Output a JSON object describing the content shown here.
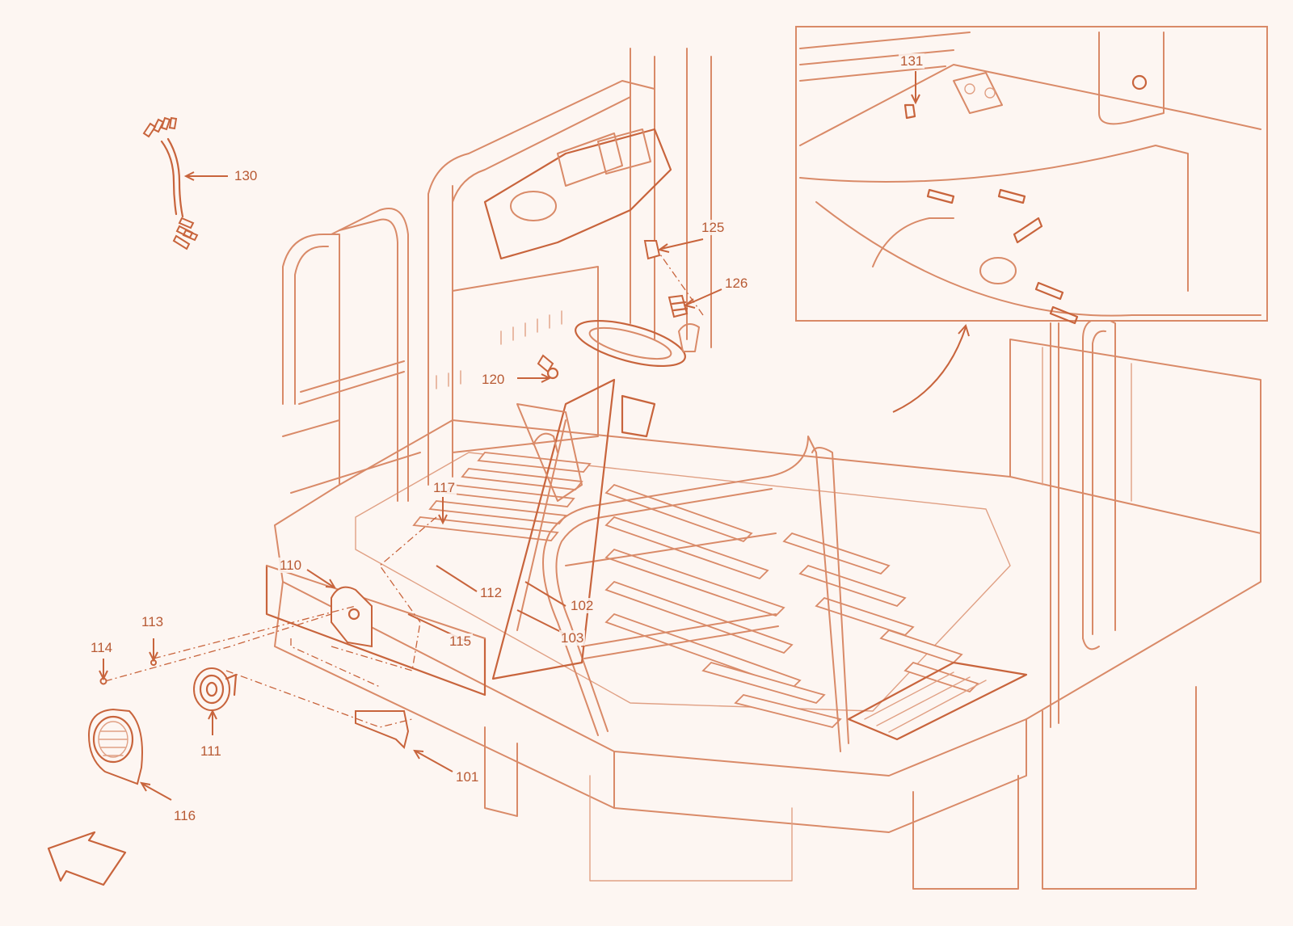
{
  "callouts": {
    "c101": "101",
    "c102": "102",
    "c103": "103",
    "c110": "110",
    "c111": "111",
    "c112": "112",
    "c113": "113",
    "c114": "114",
    "c115": "115",
    "c116": "116",
    "c117": "117",
    "c120": "120",
    "c125": "125",
    "c126": "126",
    "c130": "130",
    "c131": "131"
  },
  "colors": {
    "line": "#d98a68",
    "line_dark": "#c8643c",
    "label": "#b85a34",
    "background": "#fdf6f2"
  },
  "icons": {
    "orientation": "direction-arrow-icon",
    "wire": "wire-harness-icon",
    "horn": "horn-icon"
  }
}
